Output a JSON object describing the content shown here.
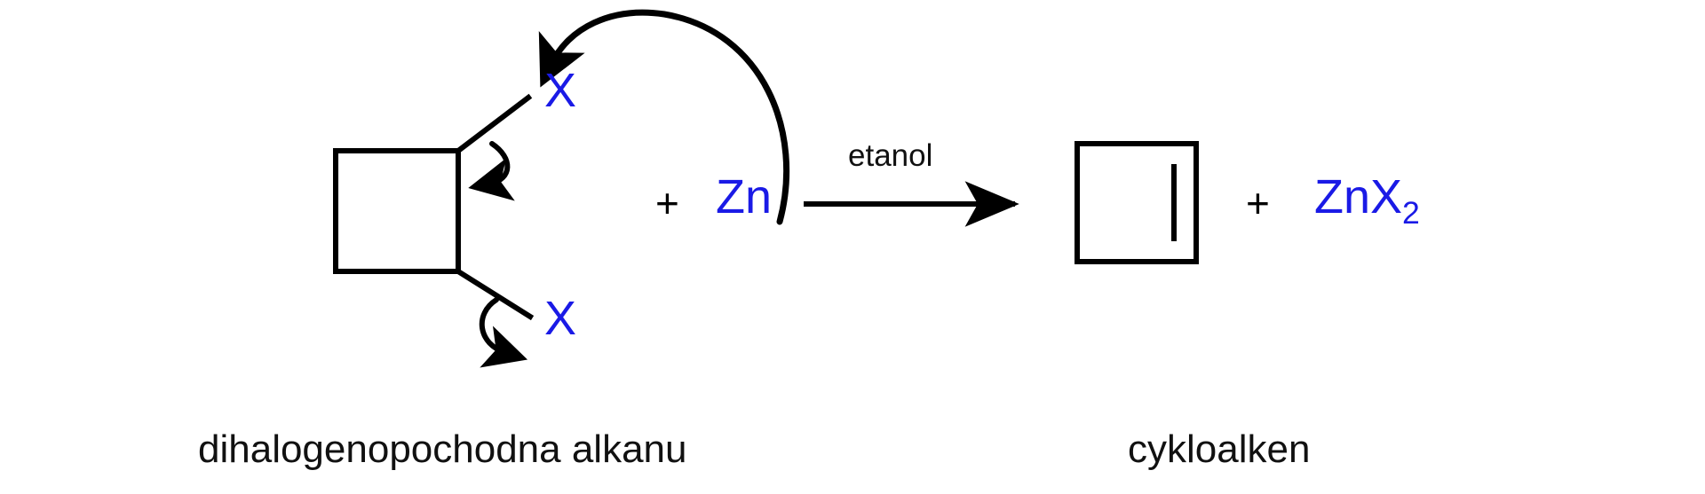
{
  "diagram": {
    "kind": "chemical-reaction-scheme",
    "language": "pl",
    "background_color": "#ffffff",
    "bond_color": "#000000",
    "atom_color": "#1a1ae6",
    "text_color": "#111111"
  },
  "reactant": {
    "ring_name": "cyclobutane-ring",
    "halogen_top_label": "X",
    "halogen_bottom_label": "X",
    "caption": "dihalogenopochodna alkanu"
  },
  "reagent": {
    "plus_label": "+",
    "metal_label": "Zn"
  },
  "conditions": {
    "solvent_label": "etanol"
  },
  "product": {
    "ring_name": "cyclobutene-ring",
    "caption": "cykloalken"
  },
  "byproduct": {
    "plus_label": "+",
    "formula_base": "ZnX",
    "formula_subscript": "2",
    "formula_full": "ZnX2"
  },
  "arrows": {
    "reaction_arrow": "straight-right-arrow",
    "electron_push_zn_to_x": "curved-arrow-zn-to-upper-halogen",
    "electron_push_cx_to_ring": "curved-arrow-upper-bond-to-ring",
    "electron_push_ring_to_x": "curved-arrow-lower-bond-to-lower-halogen"
  }
}
